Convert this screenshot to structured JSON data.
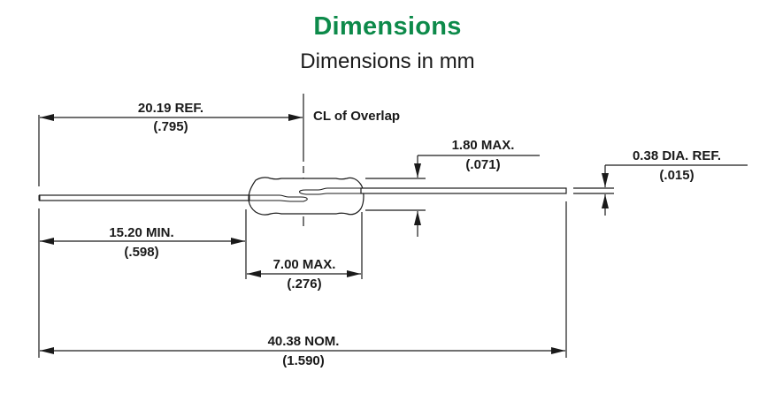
{
  "header": {
    "title": "Dimensions",
    "subtitle": "Dimensions in mm"
  },
  "colors": {
    "title": "#0d8a4a",
    "line": "#1a1a1a",
    "text": "#1a1a1a"
  },
  "diagram": {
    "centerline_label": "CL of Overlap",
    "dimensions": {
      "ref_length": {
        "value": "20.19 REF.",
        "inch": "(.795)"
      },
      "lead_min": {
        "value": "15.20 MIN.",
        "inch": "(.598)"
      },
      "body_length": {
        "value": "7.00 MAX.",
        "inch": "(.276)"
      },
      "body_dia": {
        "value": "1.80 MAX.",
        "inch": "(.071)"
      },
      "lead_dia": {
        "value": "0.38 DIA. REF.",
        "inch": "(.015)"
      },
      "overall_length": {
        "value": "40.38 NOM.",
        "inch": "(1.590)"
      }
    }
  }
}
